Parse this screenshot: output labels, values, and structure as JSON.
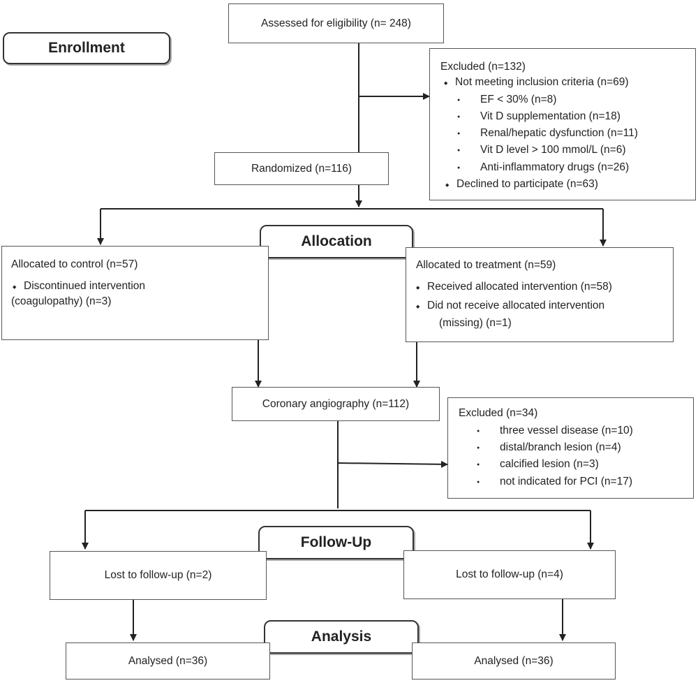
{
  "stages": {
    "enrollment": "Enrollment",
    "allocation": "Allocation",
    "follow_up": "Follow-Up",
    "analysis": "Analysis"
  },
  "assessed": "Assessed for eligibility (n= 248)",
  "excluded_1": {
    "title": "Excluded (n=132)",
    "not_meeting": "Not meeting inclusion criteria (n=69)",
    "criteria": [
      "EF < 30% (n=8)",
      "Vit D supplementation (n=18)",
      "Renal/hepatic dysfunction (n=11)",
      "Vit D level > 100 mmol/L (n=6)",
      "Anti-inflammatory drugs (n=26)"
    ],
    "declined": "Declined to participate (n=63)"
  },
  "randomized": "Randomized (n=116)",
  "control": {
    "title": "Allocated to control (n=57)",
    "item_line1": "Discontinued intervention",
    "item_line2": "(coagulopathy) (n=3)"
  },
  "treatment": {
    "title": "Allocated to treatment (n=59)",
    "item1": "Received allocated intervention (n=58)",
    "item2_line1": "Did not receive allocated intervention",
    "item2_line2": "(missing) (n=1)"
  },
  "angiography": "Coronary angiography (n=112)",
  "excluded_2": {
    "title": "Excluded (n=34)",
    "items": [
      "three vessel disease (n=10)",
      "distal/branch lesion (n=4)",
      "calcified lesion (n=3)",
      "not indicated for PCI (n=17)"
    ]
  },
  "lost_left": "Lost to follow-up (n=2)",
  "lost_right": "Lost to follow-up (n=4)",
  "analysed_left": "Analysed (n=36)",
  "analysed_right": "Analysed (n=36)"
}
